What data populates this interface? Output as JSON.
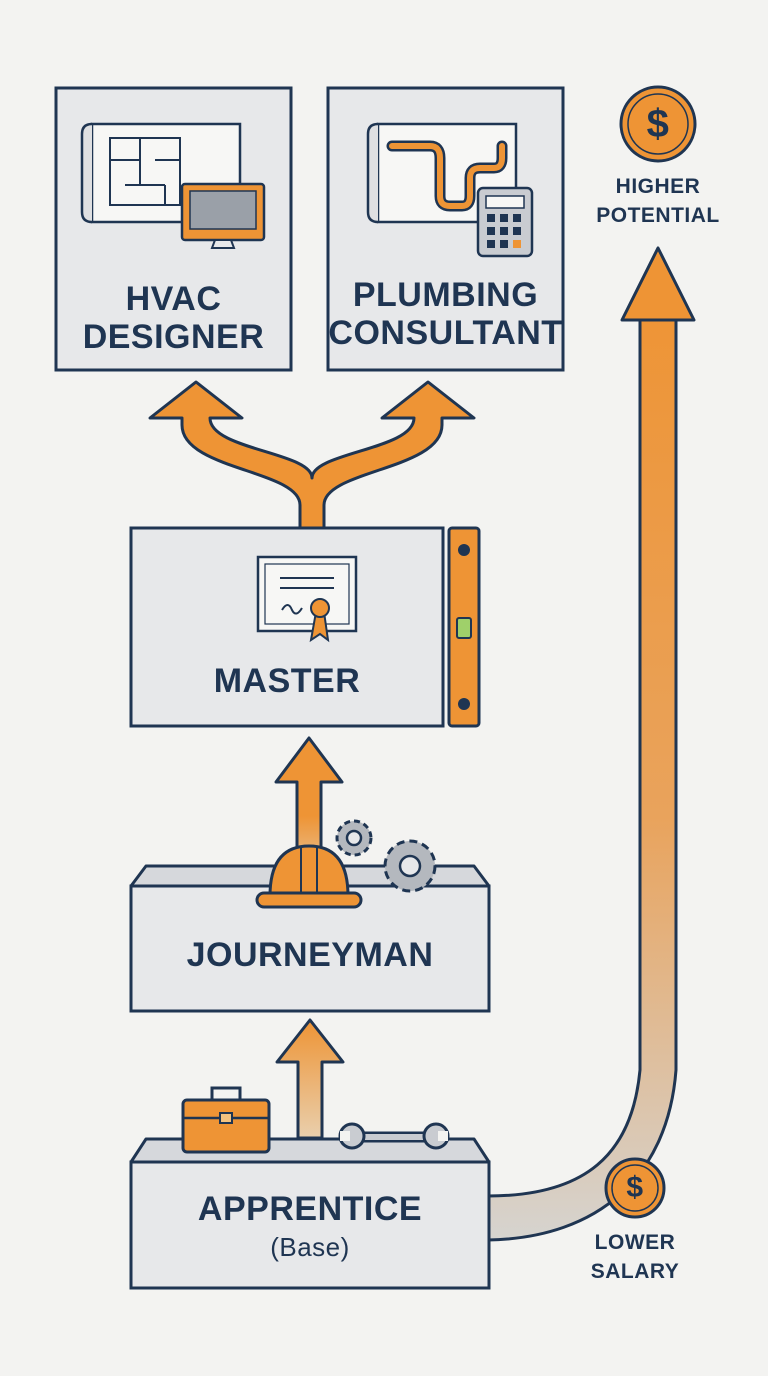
{
  "nodes": {
    "hvac": {
      "line1": "HVAC",
      "line2": "DESIGNER"
    },
    "plumbing": {
      "line1": "PLUMBING",
      "line2": "CONSULTANT"
    },
    "master": {
      "label": "MASTER"
    },
    "journeyman": {
      "label": "JOURNEYMAN"
    },
    "apprentice": {
      "label": "APPRENTICE",
      "sublabel": "(Base)"
    }
  },
  "salary_scale": {
    "top_symbol": "$",
    "top_line1": "HIGHER",
    "top_line2": "POTENTIAL",
    "bottom_symbol": "$",
    "bottom_line1": "LOWER",
    "bottom_line2": "SALARY"
  },
  "colors": {
    "accent": "#ee9435",
    "navy": "#1f3552",
    "box_fill": "#e7e8ea",
    "background": "#f3f3f1",
    "gray_tail": "#d6d4d0"
  }
}
